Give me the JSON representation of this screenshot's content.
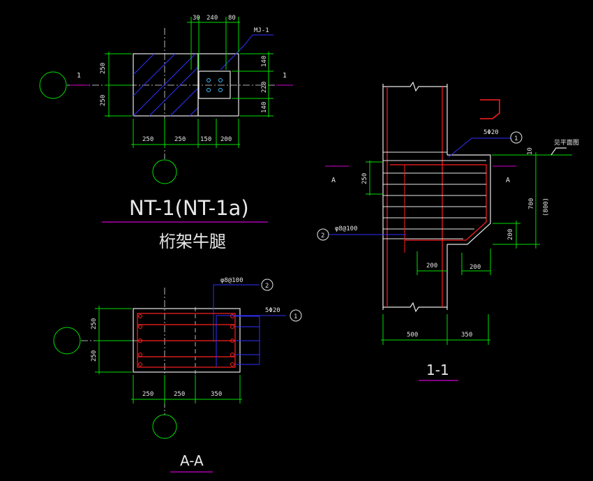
{
  "plan": {
    "title": "NT-1(NT-1a)",
    "subtitle": "桁架牛腿",
    "section_mark": "1",
    "plate_label": "MJ-1",
    "top_dims": [
      "30",
      "240",
      "80"
    ],
    "left_dims": [
      "250",
      "250"
    ],
    "right_dims": [
      "140",
      "220",
      "140"
    ],
    "bottom_dims": [
      "250",
      "250",
      "150",
      "200"
    ]
  },
  "section_aa": {
    "title": "A-A",
    "stirrup_label": "φ8@100",
    "stirrup_no": "2",
    "bar_label": "5Φ20",
    "bar_no": "1",
    "left_dims": [
      "250",
      "250"
    ],
    "bottom_dims": [
      "250",
      "250",
      "350"
    ]
  },
  "section_11": {
    "title": "1-1",
    "section_mark": "A",
    "bar_label": "5Φ20",
    "bar_no": "1",
    "stirrup_label": "φ8@100",
    "stirrup_no": "2",
    "level_label": "见平面图",
    "level_dim": "10",
    "left_dim": "250",
    "height_dim": "700",
    "height_alt": "(800)",
    "chamfer_dim": "200",
    "bottom_small": [
      "200",
      "200"
    ],
    "bottom_dims": [
      "500",
      "350"
    ]
  }
}
